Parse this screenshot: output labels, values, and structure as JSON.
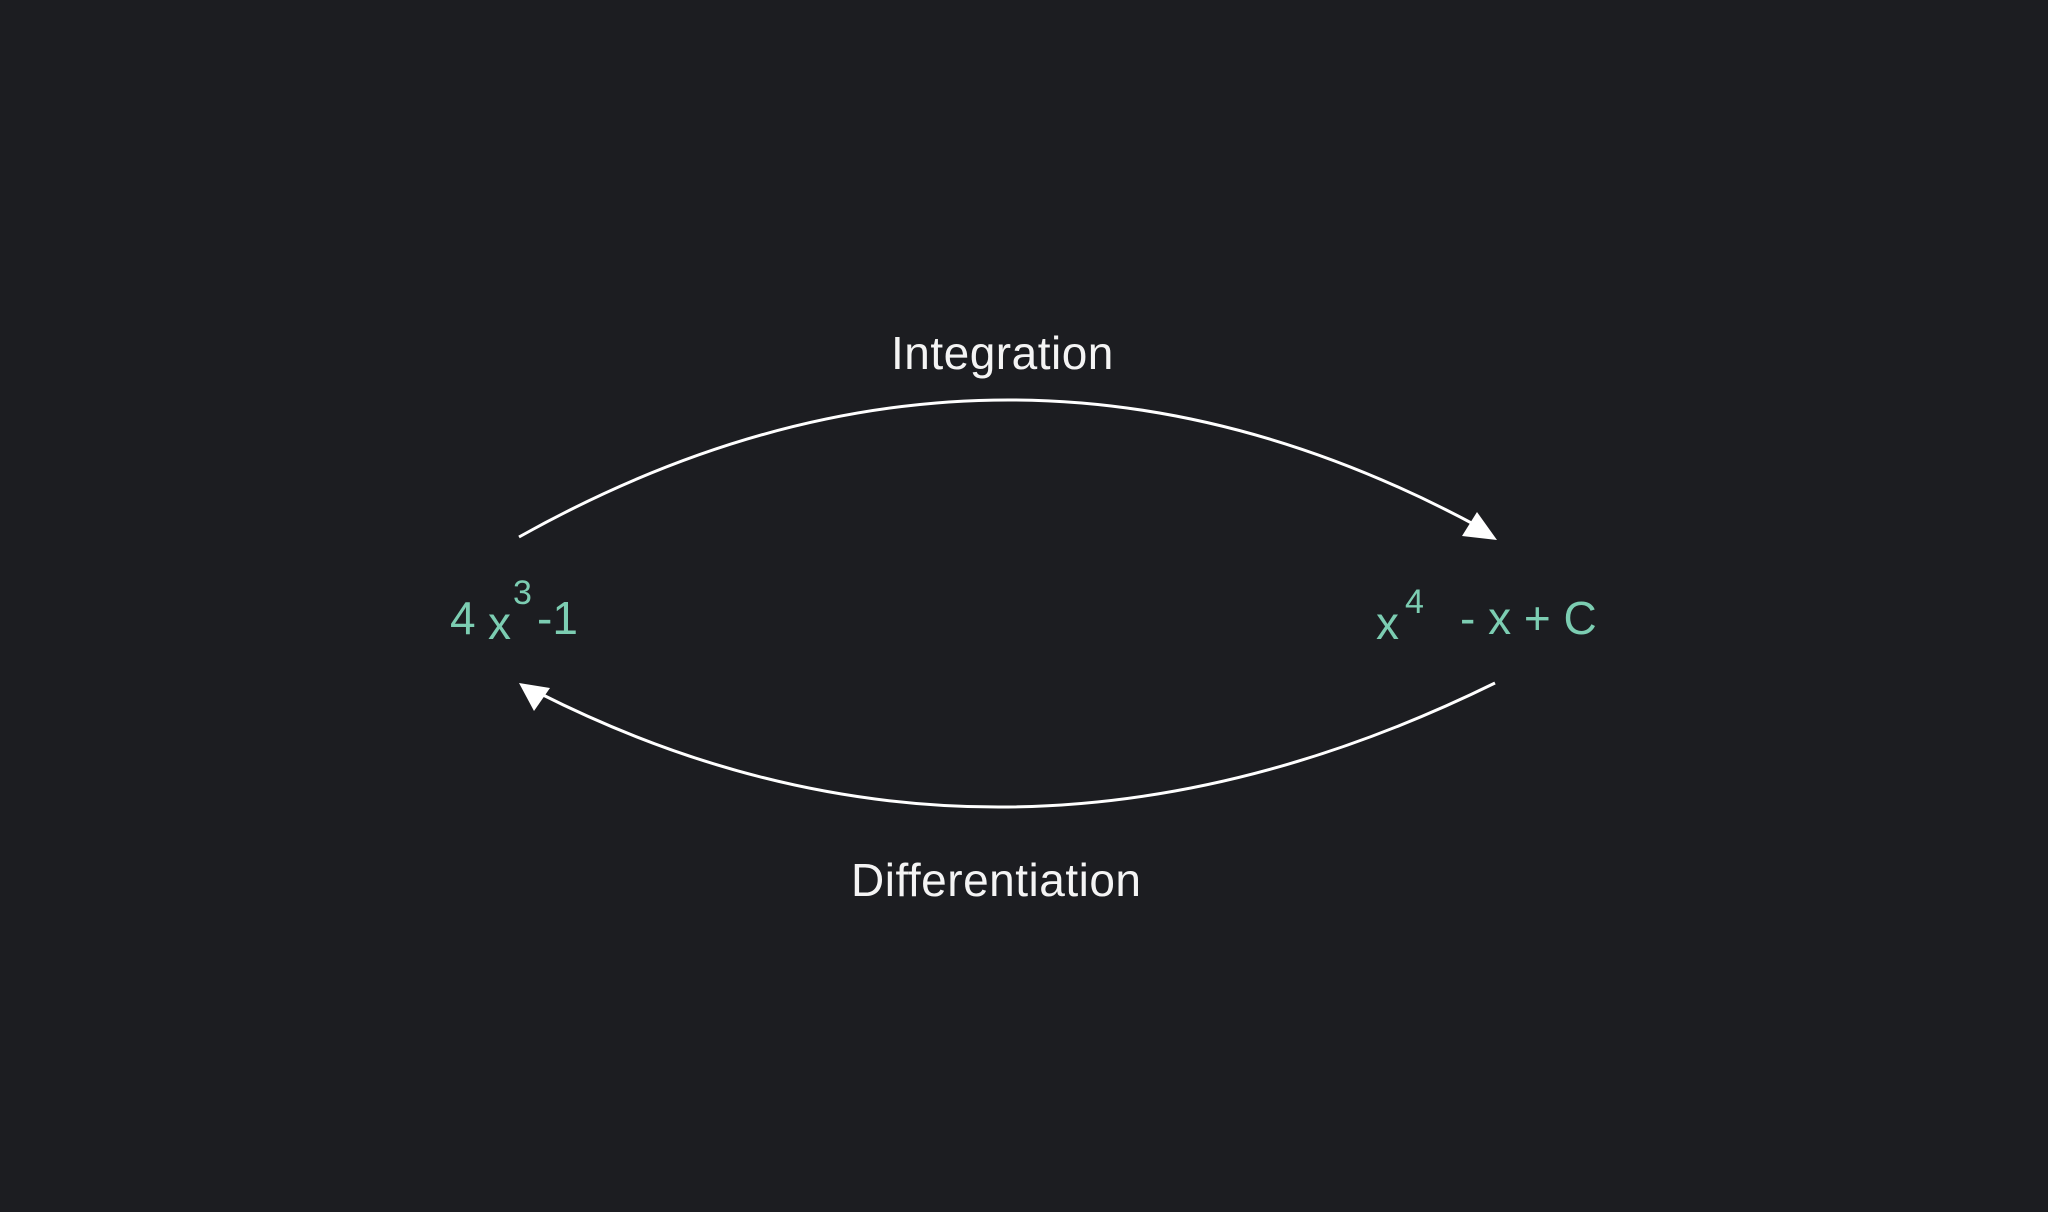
{
  "labels": {
    "integration": "Integration",
    "differentiation": "Differentiation"
  },
  "left_expression": {
    "coefficient": "4",
    "variable": "x",
    "exponent": "3",
    "tail": "-1"
  },
  "right_expression": {
    "variable": "x",
    "exponent": "4",
    "tail": "- x + C"
  },
  "colors": {
    "background": "#1c1d21",
    "text": "#f4f4f4",
    "expression": "#7ccdb2",
    "arrow": "#ffffff"
  }
}
